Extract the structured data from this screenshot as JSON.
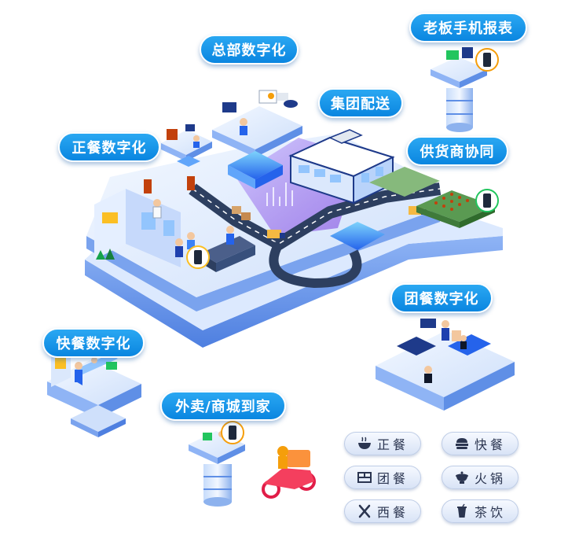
{
  "labels": {
    "boss_report": "老板手机报表",
    "hq_digital": "总部数字化",
    "group_delivery": "集团配送",
    "formal_dining": "正餐数字化",
    "supplier": "供货商协同",
    "group_meal": "团餐数字化",
    "fast_food": "快餐数字化",
    "takeout_mall": "外卖/商城到家"
  },
  "categories": [
    {
      "label": "正餐",
      "icon": "bowl-icon"
    },
    {
      "label": "快餐",
      "icon": "burger-icon"
    },
    {
      "label": "团餐",
      "icon": "tray-icon"
    },
    {
      "label": "火锅",
      "icon": "hotpot-icon"
    },
    {
      "label": "西餐",
      "icon": "fork-knife-icon"
    },
    {
      "label": "茶饮",
      "icon": "tea-cup-icon"
    }
  ],
  "colors": {
    "label_blue": "#0a86e0",
    "platform_light": "#e8f1ff",
    "platform_mid": "#b9d3fa",
    "platform_dark": "#5f8fe6",
    "road": "#2d3f60",
    "purple_glow": "#8b5cf6",
    "green_field": "#5a9a52",
    "category_text": "#2b3550"
  }
}
